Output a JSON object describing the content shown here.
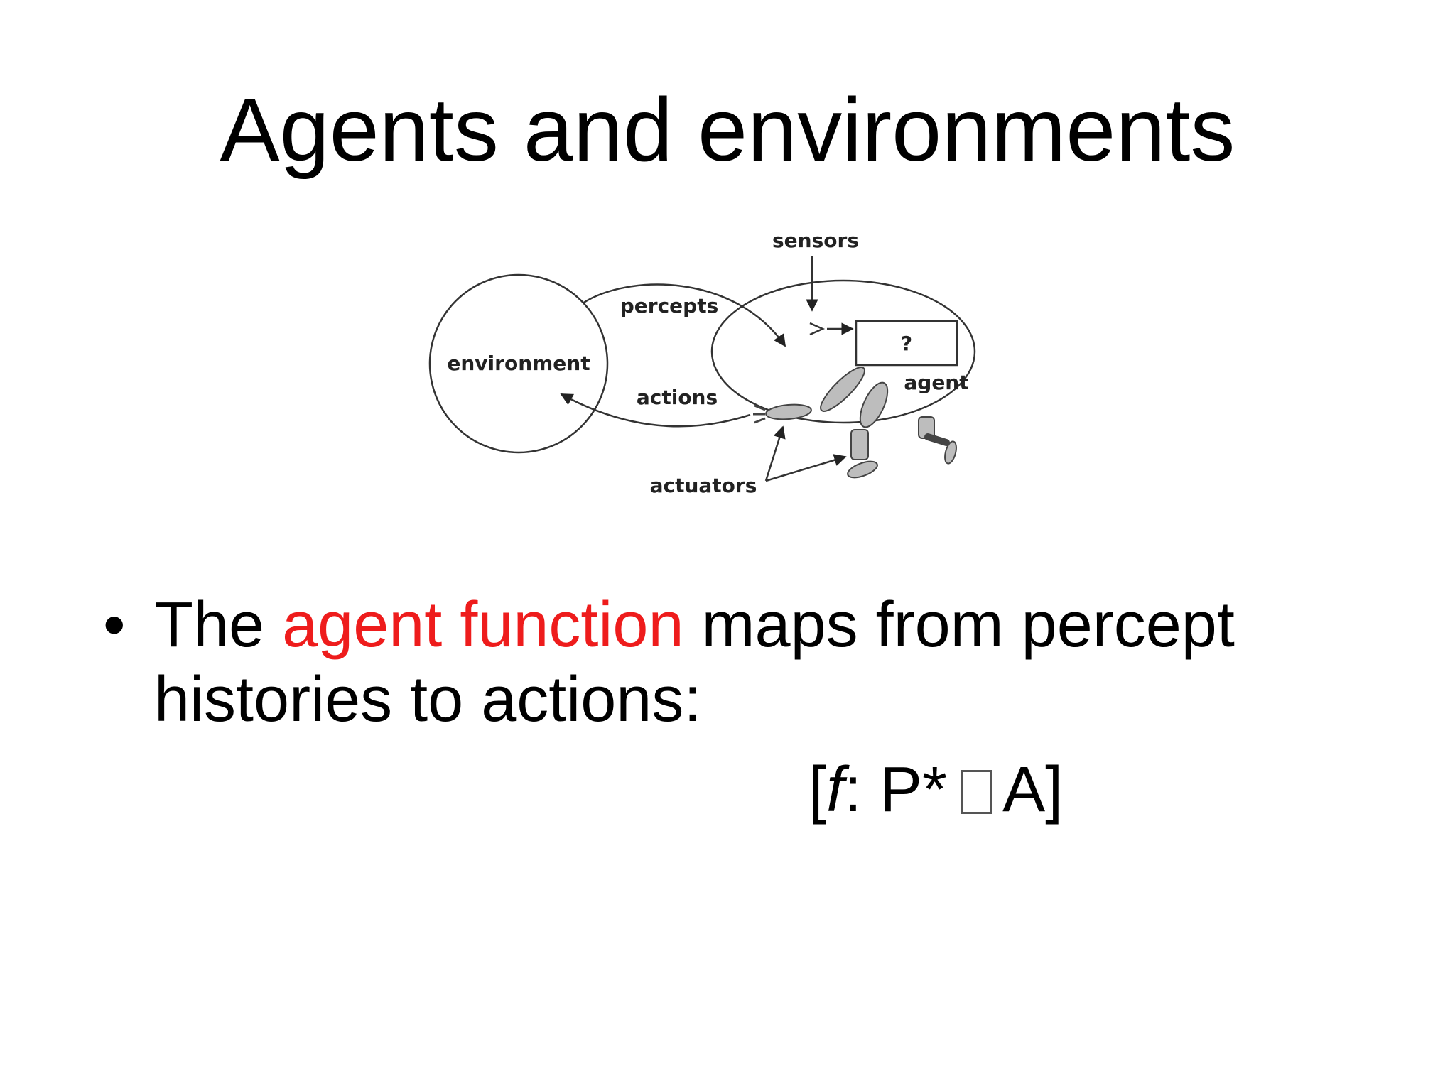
{
  "slide": {
    "title": "Agents and environments"
  },
  "diagram": {
    "labels": {
      "sensors": "sensors",
      "percepts": "percepts",
      "environment": "environment",
      "actions": "actions",
      "agent": "agent",
      "actuators": "actuators",
      "agent_box": "?"
    }
  },
  "bullet": {
    "marker": "•",
    "text_before": "The ",
    "highlight": "agent function",
    "text_after": " maps from percept histories to actions:",
    "highlight_color": "#ee1c1c"
  },
  "formula": {
    "open_bracket": "[",
    "function_name": "f",
    "colon_domain": ": P*",
    "codomain": "A]"
  }
}
